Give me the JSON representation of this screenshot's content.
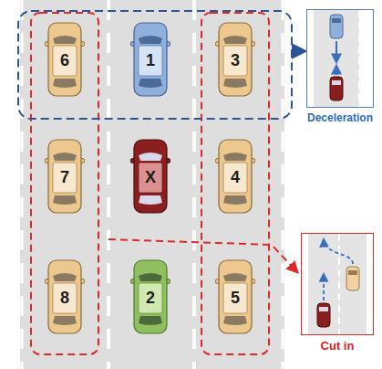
{
  "diagram": {
    "nodes": [
      {
        "text": [
          "6"
        ]
      },
      {
        "text": [
          "1"
        ]
      },
      {
        "text": [
          "3"
        ]
      },
      {
        "text": [
          "7"
        ]
      },
      {
        "text": [
          "X"
        ]
      },
      {
        "text": [
          "4"
        ]
      },
      {
        "text": [
          "8"
        ]
      },
      {
        "text": [
          "2"
        ]
      },
      {
        "text": [
          "5"
        ]
      },
      {
        "text": [
          "Deceleration"
        ]
      },
      {
        "text": [
          "Cut in"
        ]
      }
    ]
  }
}
